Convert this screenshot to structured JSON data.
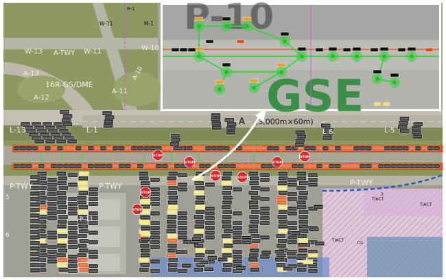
{
  "colors": {
    "grass": "#7d8a55",
    "grass_light": "#9aa86a",
    "pavement": "#b8b4a6",
    "runway": "#4a4a45",
    "taxiway_lane": "#e04a16",
    "node_green": "#35d43a",
    "stop_red": "#d9272e",
    "blue_dashed": "#2255cc",
    "tiact_zone": "#c9a8c8",
    "background": "#ffffff"
  },
  "map_labels": {
    "r1": "R-1",
    "w11_top": "W-11",
    "m1": "M-1",
    "w13": "W-13",
    "a_twy": "A-TWY",
    "w11_mid": "W-11",
    "w10": "W-10",
    "a13": "A-13",
    "a10": "A-10",
    "a11": "A-11",
    "a12": "A-12",
    "dme": "16R-GS/DME",
    "l13": "L-13",
    "l1": "L-1",
    "runway_a": "A",
    "runway_len": "(3,000m×60m)",
    "l6": "L-6",
    "l5": "L-5",
    "p_twy_left": "P-TWY",
    "p_twy_mid": "P-TWY",
    "p_twy_right": "P-TWY",
    "p11": "P-11",
    "tiact1": "TIACT",
    "tiact2": "TIACT",
    "tiact3": "TIACT",
    "zone3": "3",
    "zone5": "5",
    "zone6": "6",
    "co": "CO"
  },
  "stop_sign": {
    "text": "STOP"
  },
  "inset": {
    "background_text": "GSE",
    "faded_text": "P-10"
  }
}
